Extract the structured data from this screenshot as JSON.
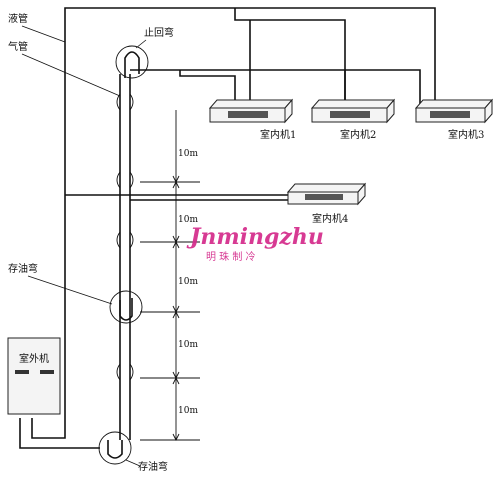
{
  "labels": {
    "liquid_pipe": "液管",
    "gas_pipe": "气管",
    "check_bend": "止回弯",
    "oil_trap_upper": "存油弯",
    "oil_trap_lower": "存油弯",
    "outdoor_unit": "室外机",
    "indoor_1": "室内机1",
    "indoor_2": "室内机2",
    "indoor_3": "室内机3",
    "indoor_4": "室内机4"
  },
  "dimensions": [
    "10m",
    "10m",
    "10m",
    "10m",
    "10m"
  ],
  "watermark": {
    "logo": "Jnmingzhu",
    "subtitle": "明 珠 制 冷",
    "color": "#d42a8a"
  }
}
